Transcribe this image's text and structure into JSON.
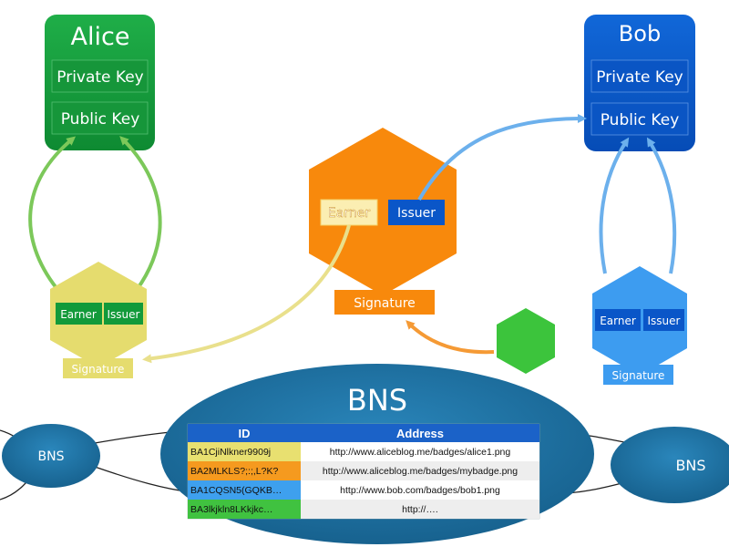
{
  "alice": {
    "name": "Alice",
    "private_key": "Private Key",
    "public_key": "Public Key",
    "badge": {
      "earner": "Earner",
      "issuer": "Issuer",
      "signature": "Signature"
    }
  },
  "bob": {
    "name": "Bob",
    "private_key": "Private Key",
    "public_key": "Public Key",
    "badge": {
      "earner": "Earner",
      "issuer": "Issuer",
      "signature": "Signature"
    }
  },
  "center_badge": {
    "earner": "Earner",
    "issuer": "Issuer",
    "signature": "Signature"
  },
  "bns": {
    "main_label": "BNS",
    "left_label": "BNS",
    "right_label": "BNS",
    "table": {
      "headers": [
        "ID",
        "Address"
      ],
      "rows": [
        {
          "id": "BA1CjiNlkner9909j",
          "address": "http://www.aliceblog.me/badges/alice1.png",
          "color": "#e8e070"
        },
        {
          "id": "BA2MLKLS?;:;,L?K?",
          "address": "http://www.aliceblog.me/badges/mybadge.png",
          "color": "#f59a1f"
        },
        {
          "id": "BA1CQSN5(GQKB…",
          "address": "http://www.bob.com/badges/bob1.png",
          "color": "#3ea0ee"
        },
        {
          "id": "BA3lkjkln8LKkjkc…",
          "address": "http://….",
          "color": "#40c240"
        }
      ]
    }
  },
  "colors": {
    "alice_green": "#129a3a",
    "bob_blue": "#0a56c8",
    "center_orange": "#f8890c",
    "alice_badge_yellow": "#e5dc6e",
    "bob_badge_blue": "#3d9cf0",
    "small_hex_green": "#3cc43c",
    "bns_blue": "#1d6f9f"
  }
}
